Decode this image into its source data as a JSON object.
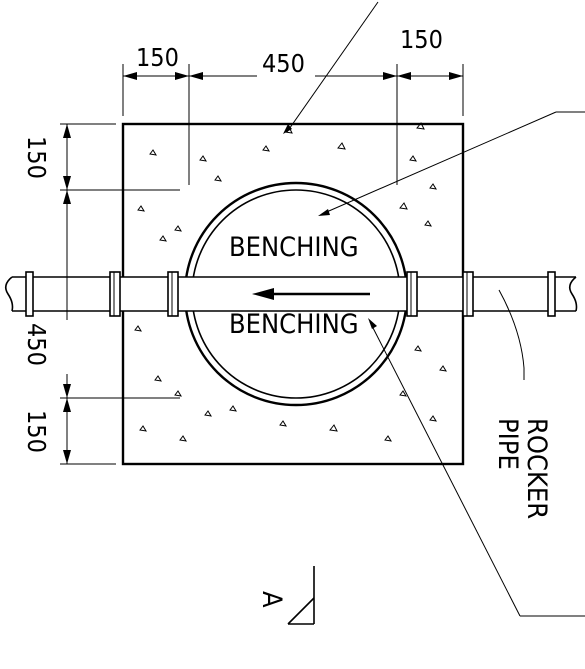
{
  "dimensions": {
    "top": [
      "150",
      "450",
      "150"
    ],
    "left": [
      "150",
      "450",
      "150"
    ]
  },
  "labels": {
    "benching_top": "BENCHING",
    "benching_bottom": "BENCHING",
    "rocker_pipe_line1": "ROCKER",
    "rocker_pipe_line2": "PIPE",
    "section_marker": "A"
  },
  "flow_direction": "right-to-left"
}
